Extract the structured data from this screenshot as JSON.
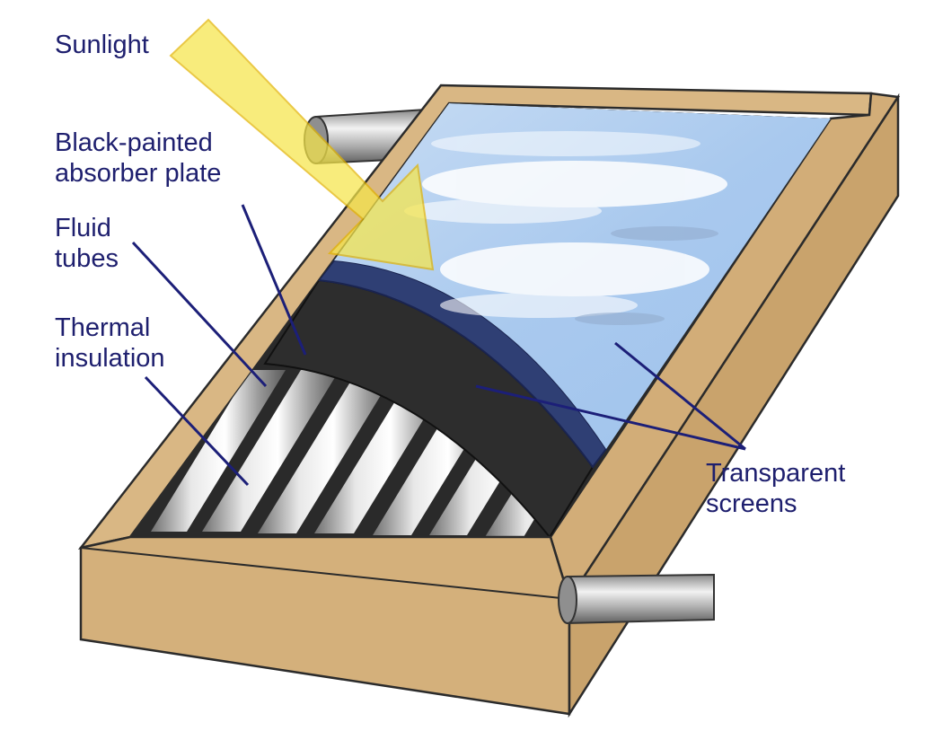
{
  "labels": {
    "sunlight": "Sunlight",
    "absorber_line1": "Black-painted",
    "absorber_line2": "absorber plate",
    "tubes_line1": "Fluid",
    "tubes_line2": "tubes",
    "insulation_line1": "Thermal",
    "insulation_line2": "insulation",
    "screens_line1": "Transparent",
    "screens_line2": "screens"
  },
  "colors": {
    "label_text": "#1e1f6e",
    "leader_line": "#1c1f78",
    "frame_wood": "#d9b784",
    "frame_wood_side": "#cfa86f",
    "glass": "#a9c9ee",
    "absorber": "#2d2d2d",
    "sun_arrow": "#f5e24a"
  }
}
